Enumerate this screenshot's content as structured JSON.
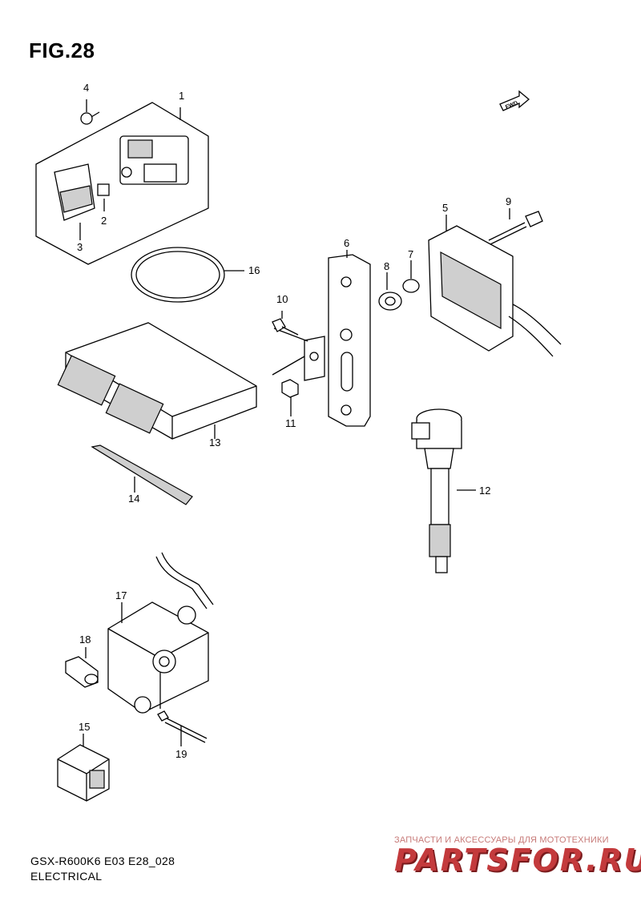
{
  "figure": {
    "title": "FIG.28",
    "fwd_label": "FWD"
  },
  "callouts": [
    "1",
    "2",
    "3",
    "4",
    "5",
    "6",
    "7",
    "8",
    "9",
    "10",
    "11",
    "12",
    "13",
    "14",
    "15",
    "16",
    "17",
    "18",
    "19"
  ],
  "footer": {
    "model_code": "GSX-R600K6 E03 E28_028",
    "section": "ELECTRICAL"
  },
  "watermark": {
    "tagline": "ЗАПЧАСТИ И АКСЕССУАРЫ ДЛЯ МОТОТЕХНИКИ",
    "logo": "PARTSFOR.RU"
  }
}
